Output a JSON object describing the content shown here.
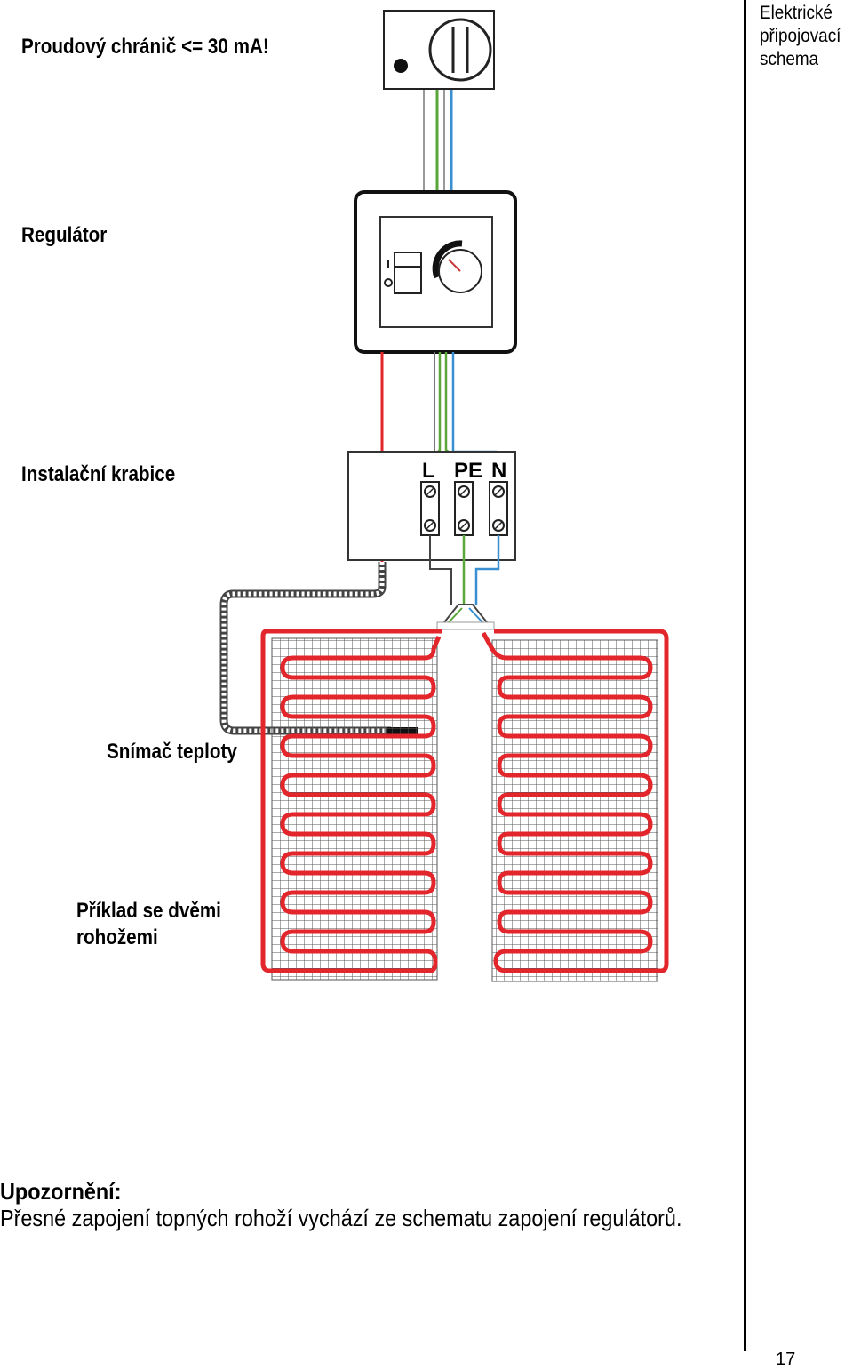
{
  "header": {
    "rcd_warning": "Proudový chránič <= 30 mA!",
    "side_title": [
      "Elektrické",
      "připojovací",
      "schema"
    ]
  },
  "labels": {
    "regulator": "Regulátor",
    "junction_box": "Instalační krabice",
    "sensor": "Snímač teploty",
    "example_line1": "Příklad se dvěmi",
    "example_line2": "rohožemi"
  },
  "terminals": [
    "L",
    "PE",
    "N"
  ],
  "notice": {
    "title": "Upozornění:",
    "text": "Přesné zapojení topných rohoží vychází ze schematu zapojení regulátorů."
  },
  "page_number": "17",
  "colors": {
    "live": "#e3262b",
    "earth": "#5aa63a",
    "neutral": "#3a8fd0",
    "grid": "#555555",
    "outline": "#111111"
  },
  "icons": [
    "rcd-switch-icon",
    "thermostat-dial-icon",
    "screw-terminal-icon",
    "heating-mat-icon",
    "temperature-sensor-icon"
  ]
}
